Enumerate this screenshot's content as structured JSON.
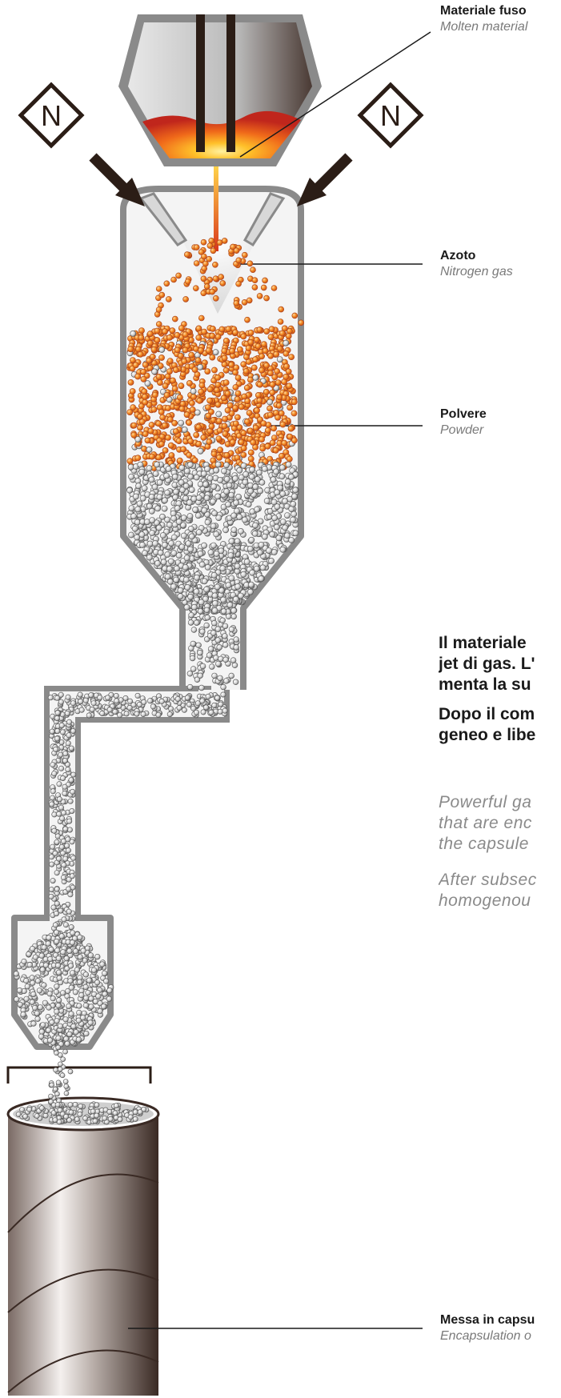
{
  "labels": {
    "molten": {
      "it": "Materiale fuso",
      "en": "Molten material"
    },
    "nitrogen": {
      "it": "Azoto",
      "en": "Nitrogen gas"
    },
    "powder": {
      "it": "Polvere",
      "en": "Powder"
    },
    "capsule": {
      "it": "Messa in capsu",
      "en": "Encapsulation o"
    }
  },
  "nozzle_symbol": "N",
  "text": {
    "it_p1": [
      "Il materiale",
      "jet di gas. L'",
      "menta la su"
    ],
    "it_p2": [
      "Dopo il com",
      "geneo e libe"
    ],
    "en_p1": [
      "Powerful ga",
      "that are enc",
      "the capsule"
    ],
    "en_p2": [
      "After subsec",
      "homogenou"
    ]
  },
  "colors": {
    "outline": "#8a8a8a",
    "vessel_fill": "#f5f5f5",
    "molten_orange": "#f08a1e",
    "molten_red": "#c0261c",
    "electrode": "#2b1d16",
    "powder_hot": "#ee7a1c",
    "powder_cool": "#9a9a9a",
    "capsule_dark": "#3a2a24",
    "text_main": "#1a1a1a",
    "text_secondary": "#7a7a7a"
  }
}
